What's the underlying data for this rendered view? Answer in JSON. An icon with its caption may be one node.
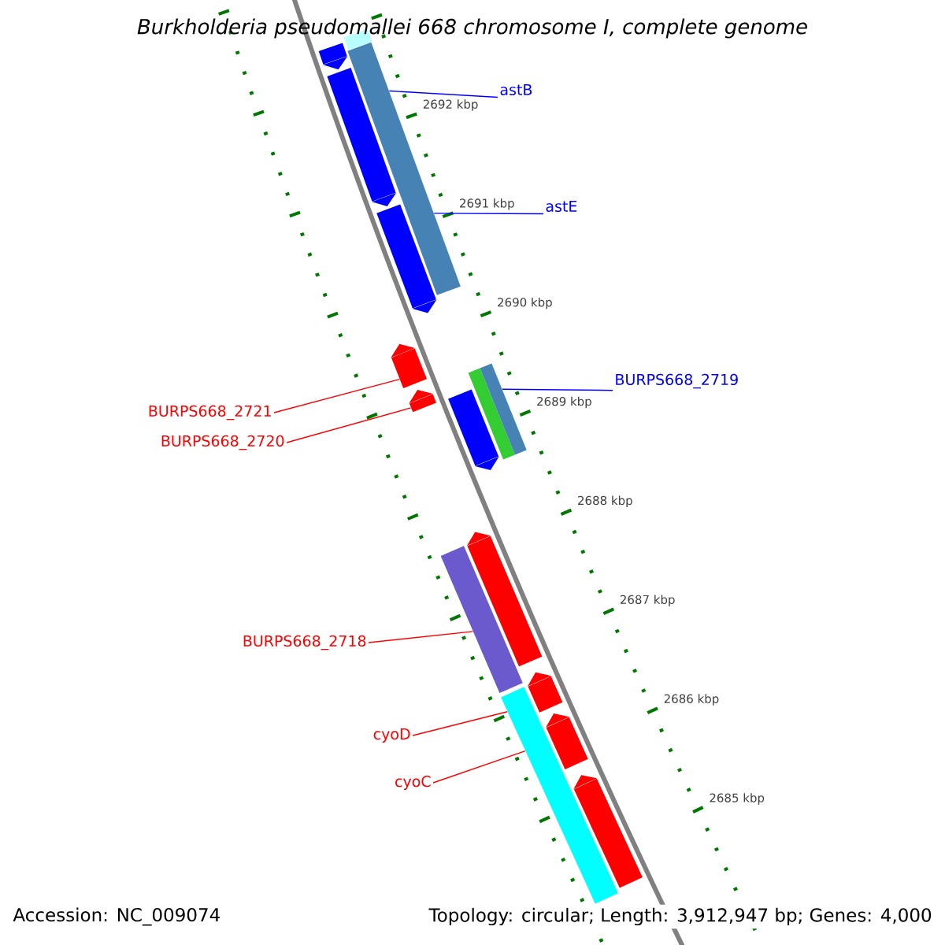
{
  "diagram": {
    "title": "Burkholderia pseudomallei 668 chromosome I, complete genome",
    "nodes": [
      {
        "text": [
          "astB"
        ]
      },
      {
        "text": [
          "astE"
        ]
      },
      {
        "text": [
          "BURPS668_2719"
        ]
      },
      {
        "text": [
          "BURPS668_2721"
        ]
      },
      {
        "text": [
          "BURPS668_2720"
        ]
      },
      {
        "text": [
          "BURPS668_2718"
        ]
      },
      {
        "text": [
          "cyoD"
        ]
      },
      {
        "text": [
          "cyoC"
        ]
      },
      {
        "text": [],
        "shape": "bar"
      },
      {
        "text": [],
        "shape": "bar"
      },
      {
        "text": [],
        "shape": "bar"
      },
      {
        "text": [],
        "shape": "bar"
      },
      {
        "text": [],
        "shape": "bar"
      },
      {
        "text": [],
        "shape": "bar"
      },
      {
        "text": [],
        "shape": "bar"
      },
      {
        "text": [],
        "shape": "bar"
      },
      {
        "text": [],
        "shape": "bar"
      },
      {
        "text": [],
        "shape": "bar"
      },
      {
        "text": [],
        "shape": "bar"
      },
      {
        "text": [],
        "shape": "bar"
      },
      {
        "text": [],
        "shape": "bar"
      },
      {
        "text": [],
        "shape": "bar"
      },
      {
        "text": [],
        "shape": "bar"
      },
      {
        "text": [],
        "shape": "bar"
      }
    ],
    "edges": [
      {
        "from": 0,
        "to": 10,
        "arrow": "none",
        "color": "#0000ff"
      },
      {
        "from": 1,
        "to": 10,
        "arrow": "none",
        "color": "#0000ff"
      },
      {
        "from": 2,
        "to": 17,
        "arrow": "none",
        "color": "#0000ff"
      },
      {
        "from": 3,
        "to": 13,
        "arrow": "none"
      },
      {
        "from": 4,
        "to": 14,
        "arrow": "none"
      },
      {
        "from": 5,
        "to": 18,
        "arrow": "none"
      },
      {
        "from": 6,
        "to": 21,
        "arrow": "none"
      },
      {
        "from": 7,
        "to": 21,
        "arrow": "none"
      }
    ],
    "labels": [
      "2692 kbp",
      "2691 kbp",
      "2690 kbp",
      "2689 kbp",
      "2688 kbp",
      "2687 kbp",
      "2686 kbp",
      "2685 kbp",
      "Accession: NC_009074",
      "Topology: circular; Length: 3,912,947 bp; Genes: 4,000"
    ]
  }
}
